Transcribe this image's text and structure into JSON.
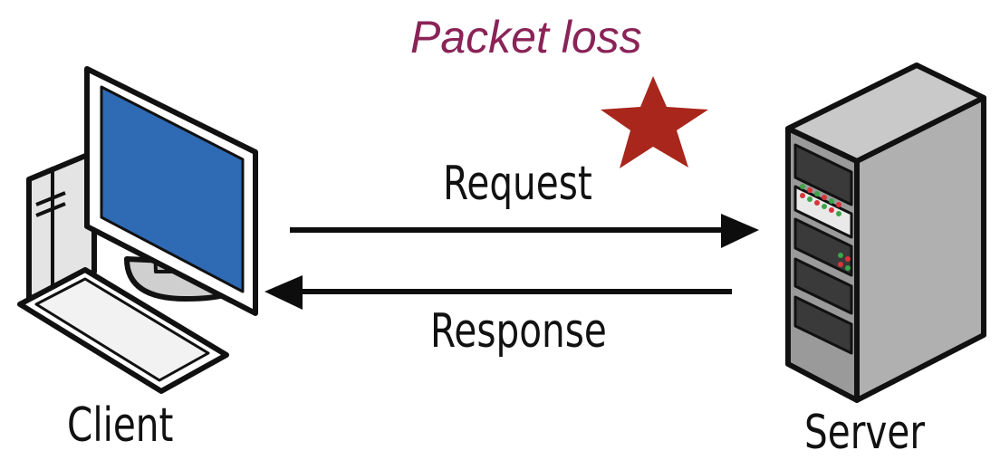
{
  "labels": {
    "packet_loss": "Packet loss",
    "request": "Request",
    "response": "Response",
    "client": "Client",
    "server": "Server"
  },
  "icons": {
    "client": "desktop-computer-icon",
    "server": "server-tower-icon",
    "loss_marker": "star-icon"
  },
  "colors": {
    "packet_loss_text": "#8a2357",
    "star": "#a8261b",
    "monitor_screen": "#2f6ab5",
    "arrows": "#0d0d0d",
    "led_red": "#d9343a",
    "led_green": "#3da54a"
  }
}
